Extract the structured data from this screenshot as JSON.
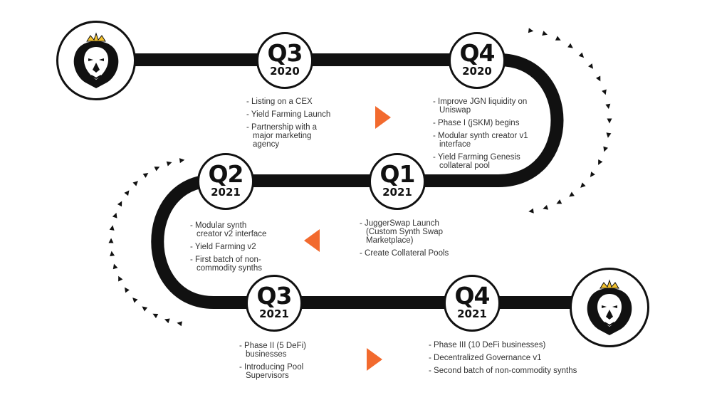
{
  "accent_color": "#f26a2e",
  "road_color": "#111111",
  "icons": [
    "lion-logo-icon",
    "play-arrow-right-icon",
    "play-arrow-left-icon"
  ],
  "milestones": [
    {
      "quarter": "Q3",
      "year": "2020",
      "items": [
        "Listing on a CEX",
        "Yield Farming Launch",
        "Partnership with a major marketing agency"
      ]
    },
    {
      "quarter": "Q4",
      "year": "2020",
      "items": [
        "Improve JGN liquidity on Uniswap",
        "Phase I (jSKM) begins",
        "Modular synth creator v1 interface",
        "Yield Farming Genesis collateral pool"
      ]
    },
    {
      "quarter": "Q1",
      "year": "2021",
      "items": [
        "JuggerSwap Launch (Custom Synth Swap Marketplace)",
        "Create Collateral Pools"
      ]
    },
    {
      "quarter": "Q2",
      "year": "2021",
      "items": [
        "Modular synth creator v2 interface",
        "Yield Farming v2",
        "First batch of non-commodity synths"
      ]
    },
    {
      "quarter": "Q3",
      "year": "2021",
      "items": [
        "Phase II (5 DeFi) businesses",
        "Introducing Pool Supervisors"
      ]
    },
    {
      "quarter": "Q4",
      "year": "2021",
      "items": [
        "Phase III (10 DeFi businesses)",
        "Decentralized Governance v1",
        "Second batch of non-commodity synths"
      ]
    }
  ]
}
